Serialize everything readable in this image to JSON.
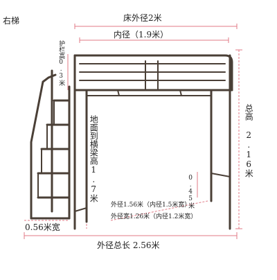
{
  "labels": {
    "corner": "右梯",
    "bed_outer_width": "床外径2米",
    "inner_width": "内径（1.9米）",
    "guardrail_height": "护栏高0.3米",
    "floor_to_beam": "地面到横梁高1.7米",
    "total_height": "总高 2.16米",
    "height_045": "0.45米",
    "option_a": "外径1.56米（内径1.5米宽）",
    "option_b": "外径宽1.26米（内径1.2米宽）",
    "stair_width": "0.56米宽",
    "total_length": "外径总长 2.56米"
  },
  "colors": {
    "frame": "#4a3f36",
    "dimension": "#e07a86"
  }
}
